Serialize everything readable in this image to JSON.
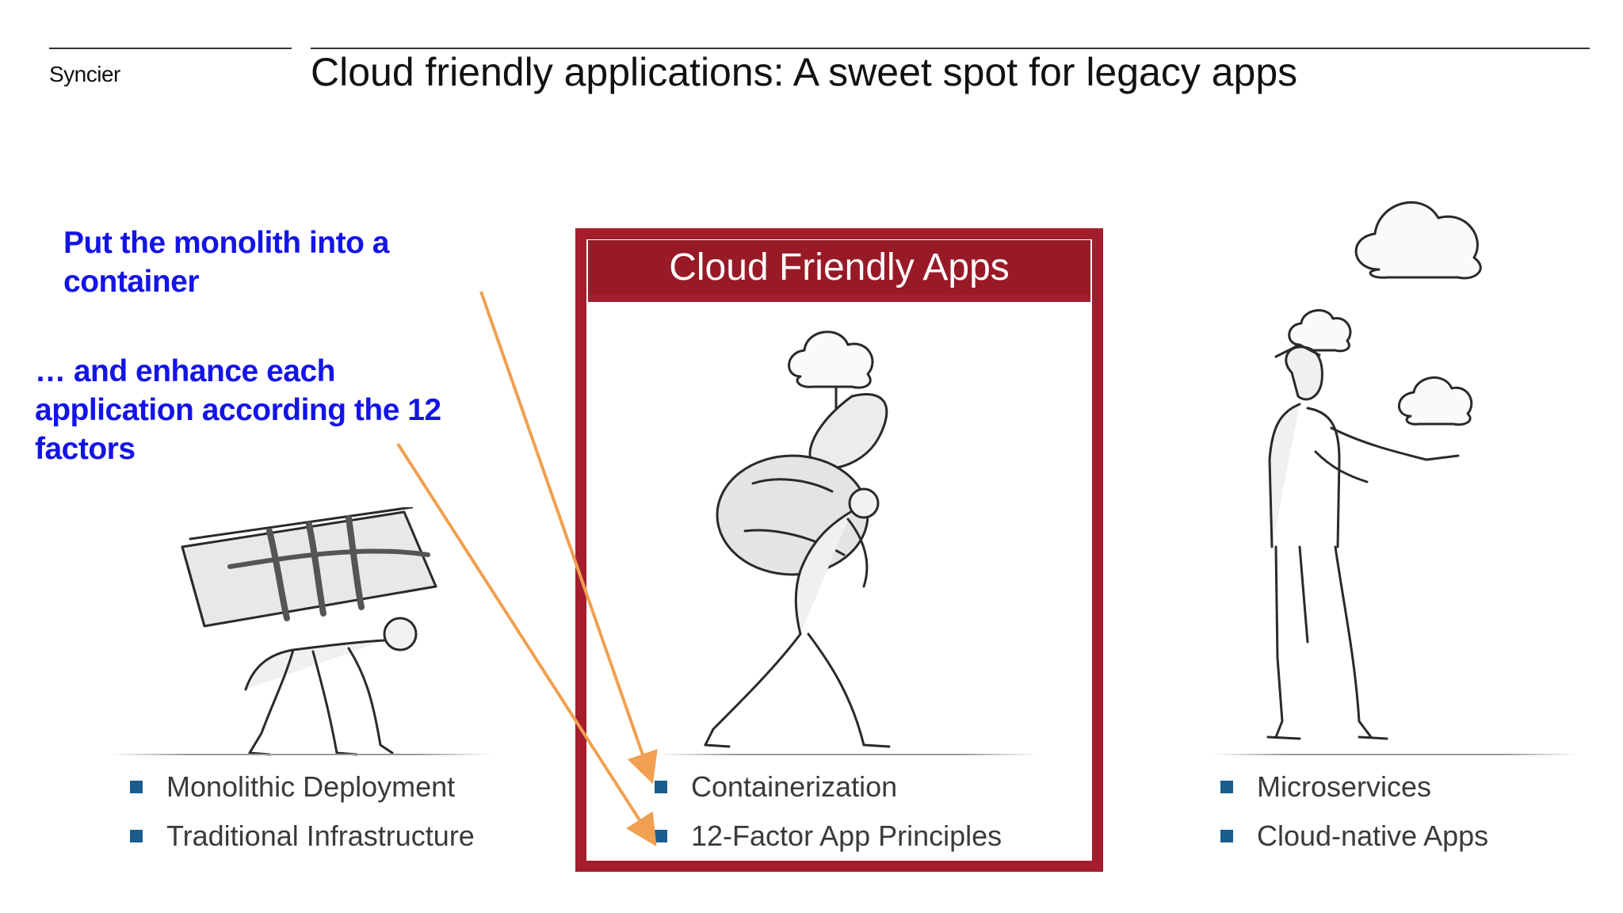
{
  "header": {
    "brand": "Syncier",
    "title": "Cloud friendly applications: A sweet spot for legacy apps"
  },
  "annotations": [
    "Put the monolith into a container",
    "… and enhance each application according the 12 factors"
  ],
  "panels": {
    "left": {
      "figure_icon": "person-carrying-monolith-icon",
      "bullets": [
        "Monolithic Deployment",
        "Traditional Infrastructure"
      ]
    },
    "center": {
      "heading": "Cloud Friendly Apps",
      "figure_icon": "person-carrying-pack-with-cloud-icon",
      "bullets": [
        "Containerization",
        "12-Factor App Principles"
      ]
    },
    "right": {
      "figure_icon": "person-juggling-clouds-icon",
      "bullets": [
        "Microservices",
        "Cloud-native Apps"
      ]
    }
  },
  "colors": {
    "annotation_text": "#1414e6",
    "highlight_box": "#a31d2c",
    "arrow": "#f0a050",
    "bullet": "#1a5d8c"
  }
}
